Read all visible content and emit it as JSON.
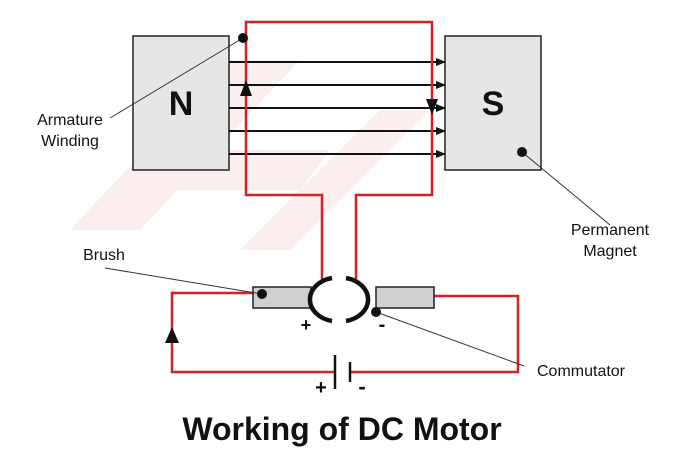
{
  "title": "Working of DC Motor",
  "poles": {
    "north": "N",
    "south": "S"
  },
  "labels": {
    "armature_winding_line1": "Armature",
    "armature_winding_line2": "Winding",
    "permanent_magnet_line1": "Permanent",
    "permanent_magnet_line2": "Magnet",
    "brush": "Brush",
    "commutator": "Commutator"
  },
  "commutator_signs": {
    "plus": "+",
    "minus": "-"
  },
  "battery_signs": {
    "plus": "+",
    "minus": "-"
  },
  "colors": {
    "wire": "#d42027",
    "magnet_fill": "#e6e6e6",
    "brush_fill": "#d0d0d0",
    "outline": "#222222"
  }
}
